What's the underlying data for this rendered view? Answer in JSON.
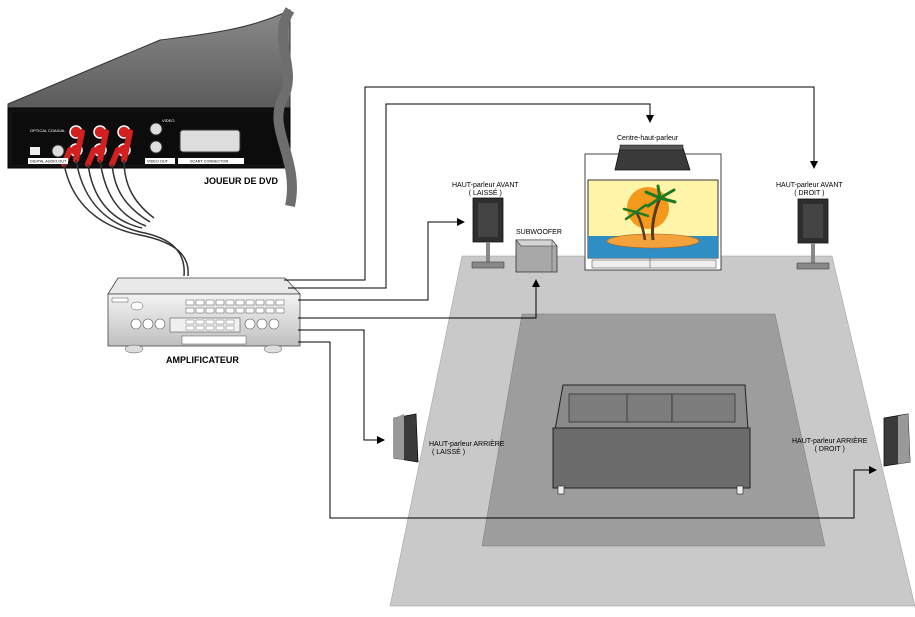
{
  "labels": {
    "dvd_player": "JOUEUR DE DVD",
    "amplifier": "AMPLIFICATEUR",
    "center_speaker": "Centre-haut-parleur",
    "front_left_line1": "HAUT-parleur AVANT",
    "front_left_line2": "( LAISSÉ )",
    "front_right_line1": "HAUT-parleur AVANT",
    "front_right_line2": "( DROIT )",
    "subwoofer": "SUBWOOFER",
    "rear_left_line1": "HAUT-parleur ARRIÈRE",
    "rear_left_line2": "( LAISSÉ )",
    "rear_right_line1": "HAUT-parleur ARRIÈRE",
    "rear_right_line2": "( DROIT )"
  },
  "dvd_panel": {
    "optical": "OPTICAL",
    "coaxial": "COAXIAL",
    "digital_audio_out": "DIGITAL AUDIO OUT",
    "video_out": "VIDEO OUT",
    "scart_connector": "SCART CONNECTOR",
    "video": "VIDEO"
  },
  "colors": {
    "room_floor": "#c8c8c8",
    "rug": "#9e9e9e",
    "sofa": "#6e6e6e",
    "speaker": "#2e2e2e",
    "rca_red": "#d21f1f",
    "tv_sky": "#fff4a8",
    "tv_sea": "#2f8ec4",
    "sun": "#f39a1c"
  }
}
